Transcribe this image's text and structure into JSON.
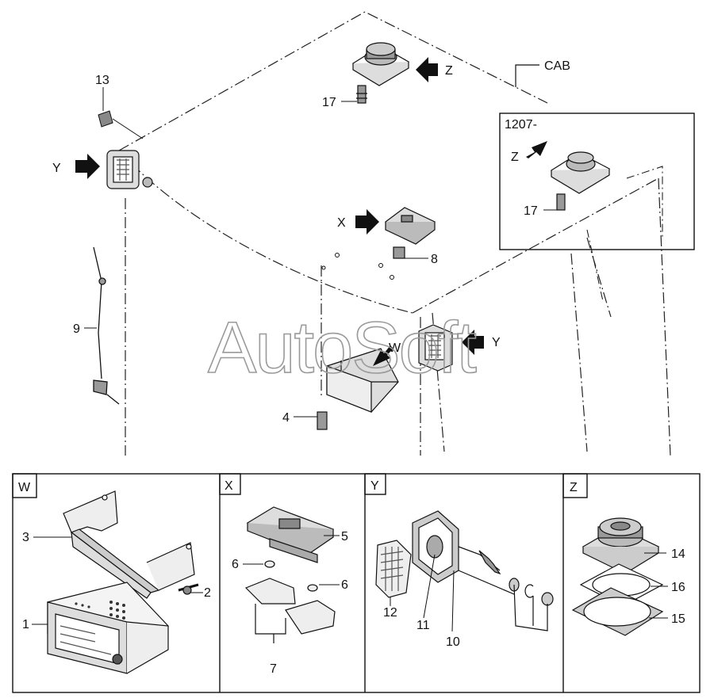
{
  "watermark": "AutoSoft",
  "cab_label": "CAB",
  "variant_label": "1207-",
  "view_letters": {
    "w": "W",
    "x": "X",
    "y": "Y",
    "z": "Z"
  },
  "part_numbers": [
    "1",
    "2",
    "3",
    "4",
    "5",
    "6",
    "7",
    "8",
    "9",
    "10",
    "11",
    "12",
    "13",
    "14",
    "15",
    "16",
    "17"
  ],
  "panels": [
    {
      "id": "W"
    },
    {
      "id": "X"
    },
    {
      "id": "Y"
    },
    {
      "id": "Z"
    }
  ]
}
